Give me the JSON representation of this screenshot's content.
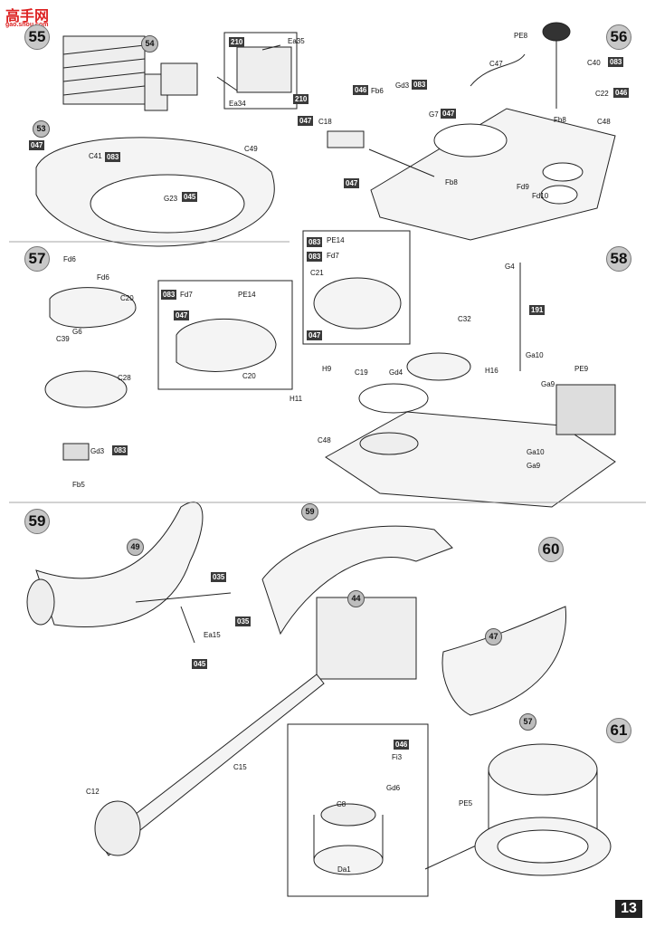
{
  "watermark": {
    "main": "高手网",
    "sub": "gao.shou.com"
  },
  "page_number": "13",
  "steps": [
    "55",
    "56",
    "57",
    "58",
    "59",
    "60",
    "61"
  ],
  "sub_assemblies": [
    "53",
    "54",
    "49",
    "59",
    "44",
    "47",
    "57"
  ],
  "paint_codes": [
    "047",
    "083",
    "045",
    "210",
    "210",
    "046",
    "083",
    "047",
    "047",
    "047",
    "083",
    "046",
    "083",
    "083",
    "047",
    "191",
    "083",
    "083",
    "047",
    "035",
    "035",
    "045",
    "046"
  ],
  "labels": [
    "C41",
    "G23",
    "C49",
    "Ea35",
    "Ea34",
    "PE8",
    "C47",
    "C40",
    "C22",
    "C48",
    "Fb6",
    "Gd3",
    "G7",
    "C18",
    "Fb8",
    "Fd9",
    "Fd10",
    "Fb8",
    "Fd6",
    "Fd6",
    "C20",
    "C39",
    "G6",
    "C28",
    "Gd3",
    "Fb5",
    "Fd7",
    "PE14",
    "C20",
    "PE14",
    "Fd7",
    "C21",
    "G4",
    "C32",
    "H9",
    "C19",
    "Gd4",
    "H16",
    "Ga10",
    "Ga9",
    "Ga10",
    "Ga9",
    "PE9",
    "H11",
    "C48",
    "Ea15",
    "C15",
    "C12",
    "Fi3",
    "Gd6",
    "C8",
    "Da1",
    "PE5"
  ]
}
